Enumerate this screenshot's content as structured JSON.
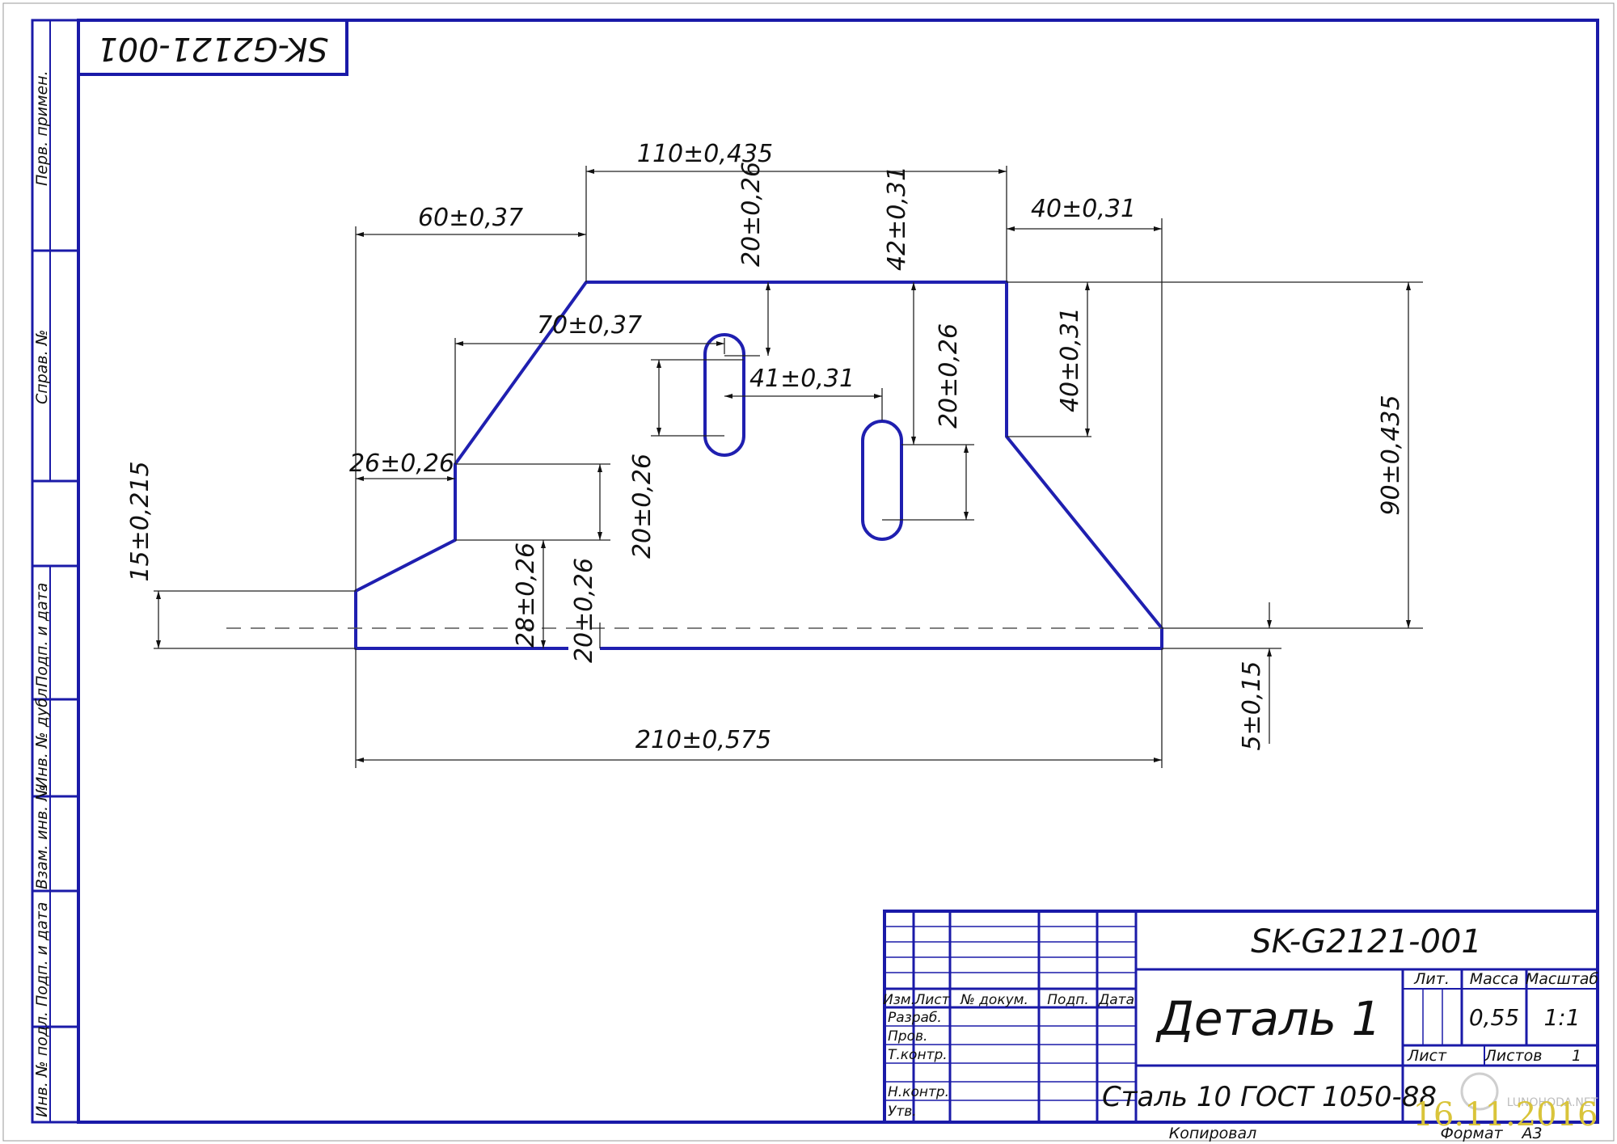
{
  "drawing": {
    "code": "SK-G2121-001",
    "code_rotated": "SK-G2121-001",
    "title": "Деталь 1",
    "material": "Сталь 10  ГОСТ 1050-88",
    "mass": "0,55",
    "scale": "1:1",
    "sheet_label": "Лист",
    "sheets_label": "Листов",
    "sheets_count": "1",
    "lit_label": "Лит.",
    "mass_label": "Масса",
    "scale_label": "Масштаб",
    "copied_label": "Копировал",
    "format_label": "Формат",
    "format_value": "А3"
  },
  "title_block": {
    "headers": [
      "Изм.",
      "Лист",
      "№ докум.",
      "Подп.",
      "Дата"
    ],
    "roles": [
      "Разраб.",
      "Пров.",
      "Т.контр.",
      "",
      "Н.контр.",
      "Утв."
    ]
  },
  "side_stamps": [
    "Перв. примен.",
    "Справ. №",
    "Подп. и дата",
    "Инв. № дубл.",
    "Взам. инв. №",
    "Подп. и дата",
    "Инв. № подл."
  ],
  "dimensions": {
    "d110": "110±0,435",
    "d60": "60±0,37",
    "d40t": "40±0,31",
    "d20a": "20±0,26",
    "d42": "42±0,31",
    "d70": "70±0,37",
    "d41": "41±0,31",
    "d20b": "20±0,26",
    "d40v": "40±0,31",
    "d90": "90±0,435",
    "d26": "26±0,26",
    "d15": "15±0,215",
    "d20c": "20±0,26",
    "d28": "28±0,26",
    "d20d": "20±0,26",
    "d210": "210±0,575",
    "d5": "5±0,15"
  },
  "watermark": {
    "site": "LUNOHODA.NET",
    "date": "16.11.2016"
  },
  "colors": {
    "frame": "#1a1aa8",
    "part": "#1f1fb0",
    "watermark": "#d9c43a"
  }
}
